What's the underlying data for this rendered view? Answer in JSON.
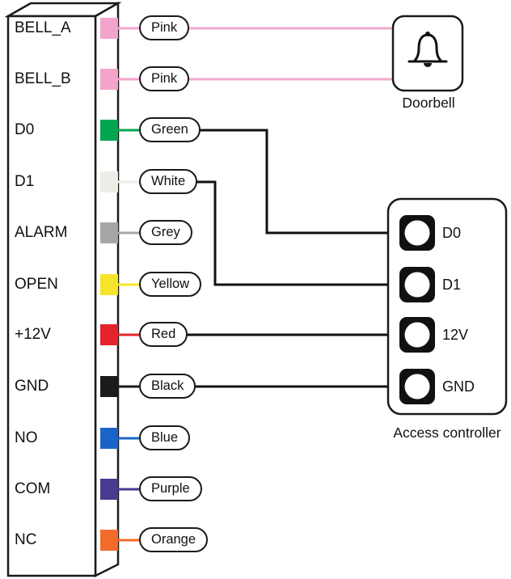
{
  "device": {
    "terminals": [
      {
        "name": "BELL_A",
        "wire": "Pink",
        "color": "#F2A4CB"
      },
      {
        "name": "BELL_B",
        "wire": "Pink",
        "color": "#F2A4CB"
      },
      {
        "name": "D0",
        "wire": "Green",
        "color": "#00A651"
      },
      {
        "name": "D1",
        "wire": "White",
        "color": "#EDEDE8"
      },
      {
        "name": "ALARM",
        "wire": "Grey",
        "color": "#A6A6A6"
      },
      {
        "name": "OPEN",
        "wire": "Yellow",
        "color": "#F5E42A"
      },
      {
        "name": "+12V",
        "wire": "Red",
        "color": "#E3242B"
      },
      {
        "name": "GND",
        "wire": "Black",
        "color": "#1A1A1A"
      },
      {
        "name": "NO",
        "wire": "Blue",
        "color": "#1A64C8"
      },
      {
        "name": "COM",
        "wire": "Purple",
        "color": "#483A8F"
      },
      {
        "name": "NC",
        "wire": "Orange",
        "color": "#F26B2A"
      }
    ]
  },
  "doorbell": {
    "label": "Doorbell"
  },
  "controller": {
    "label": "Access controller",
    "terminals": [
      "D0",
      "D1",
      "12V",
      "GND"
    ]
  },
  "colors": {
    "wire_pink": "#F0AACF",
    "wire_black": "#111111",
    "outline": "#1A1A1A"
  }
}
